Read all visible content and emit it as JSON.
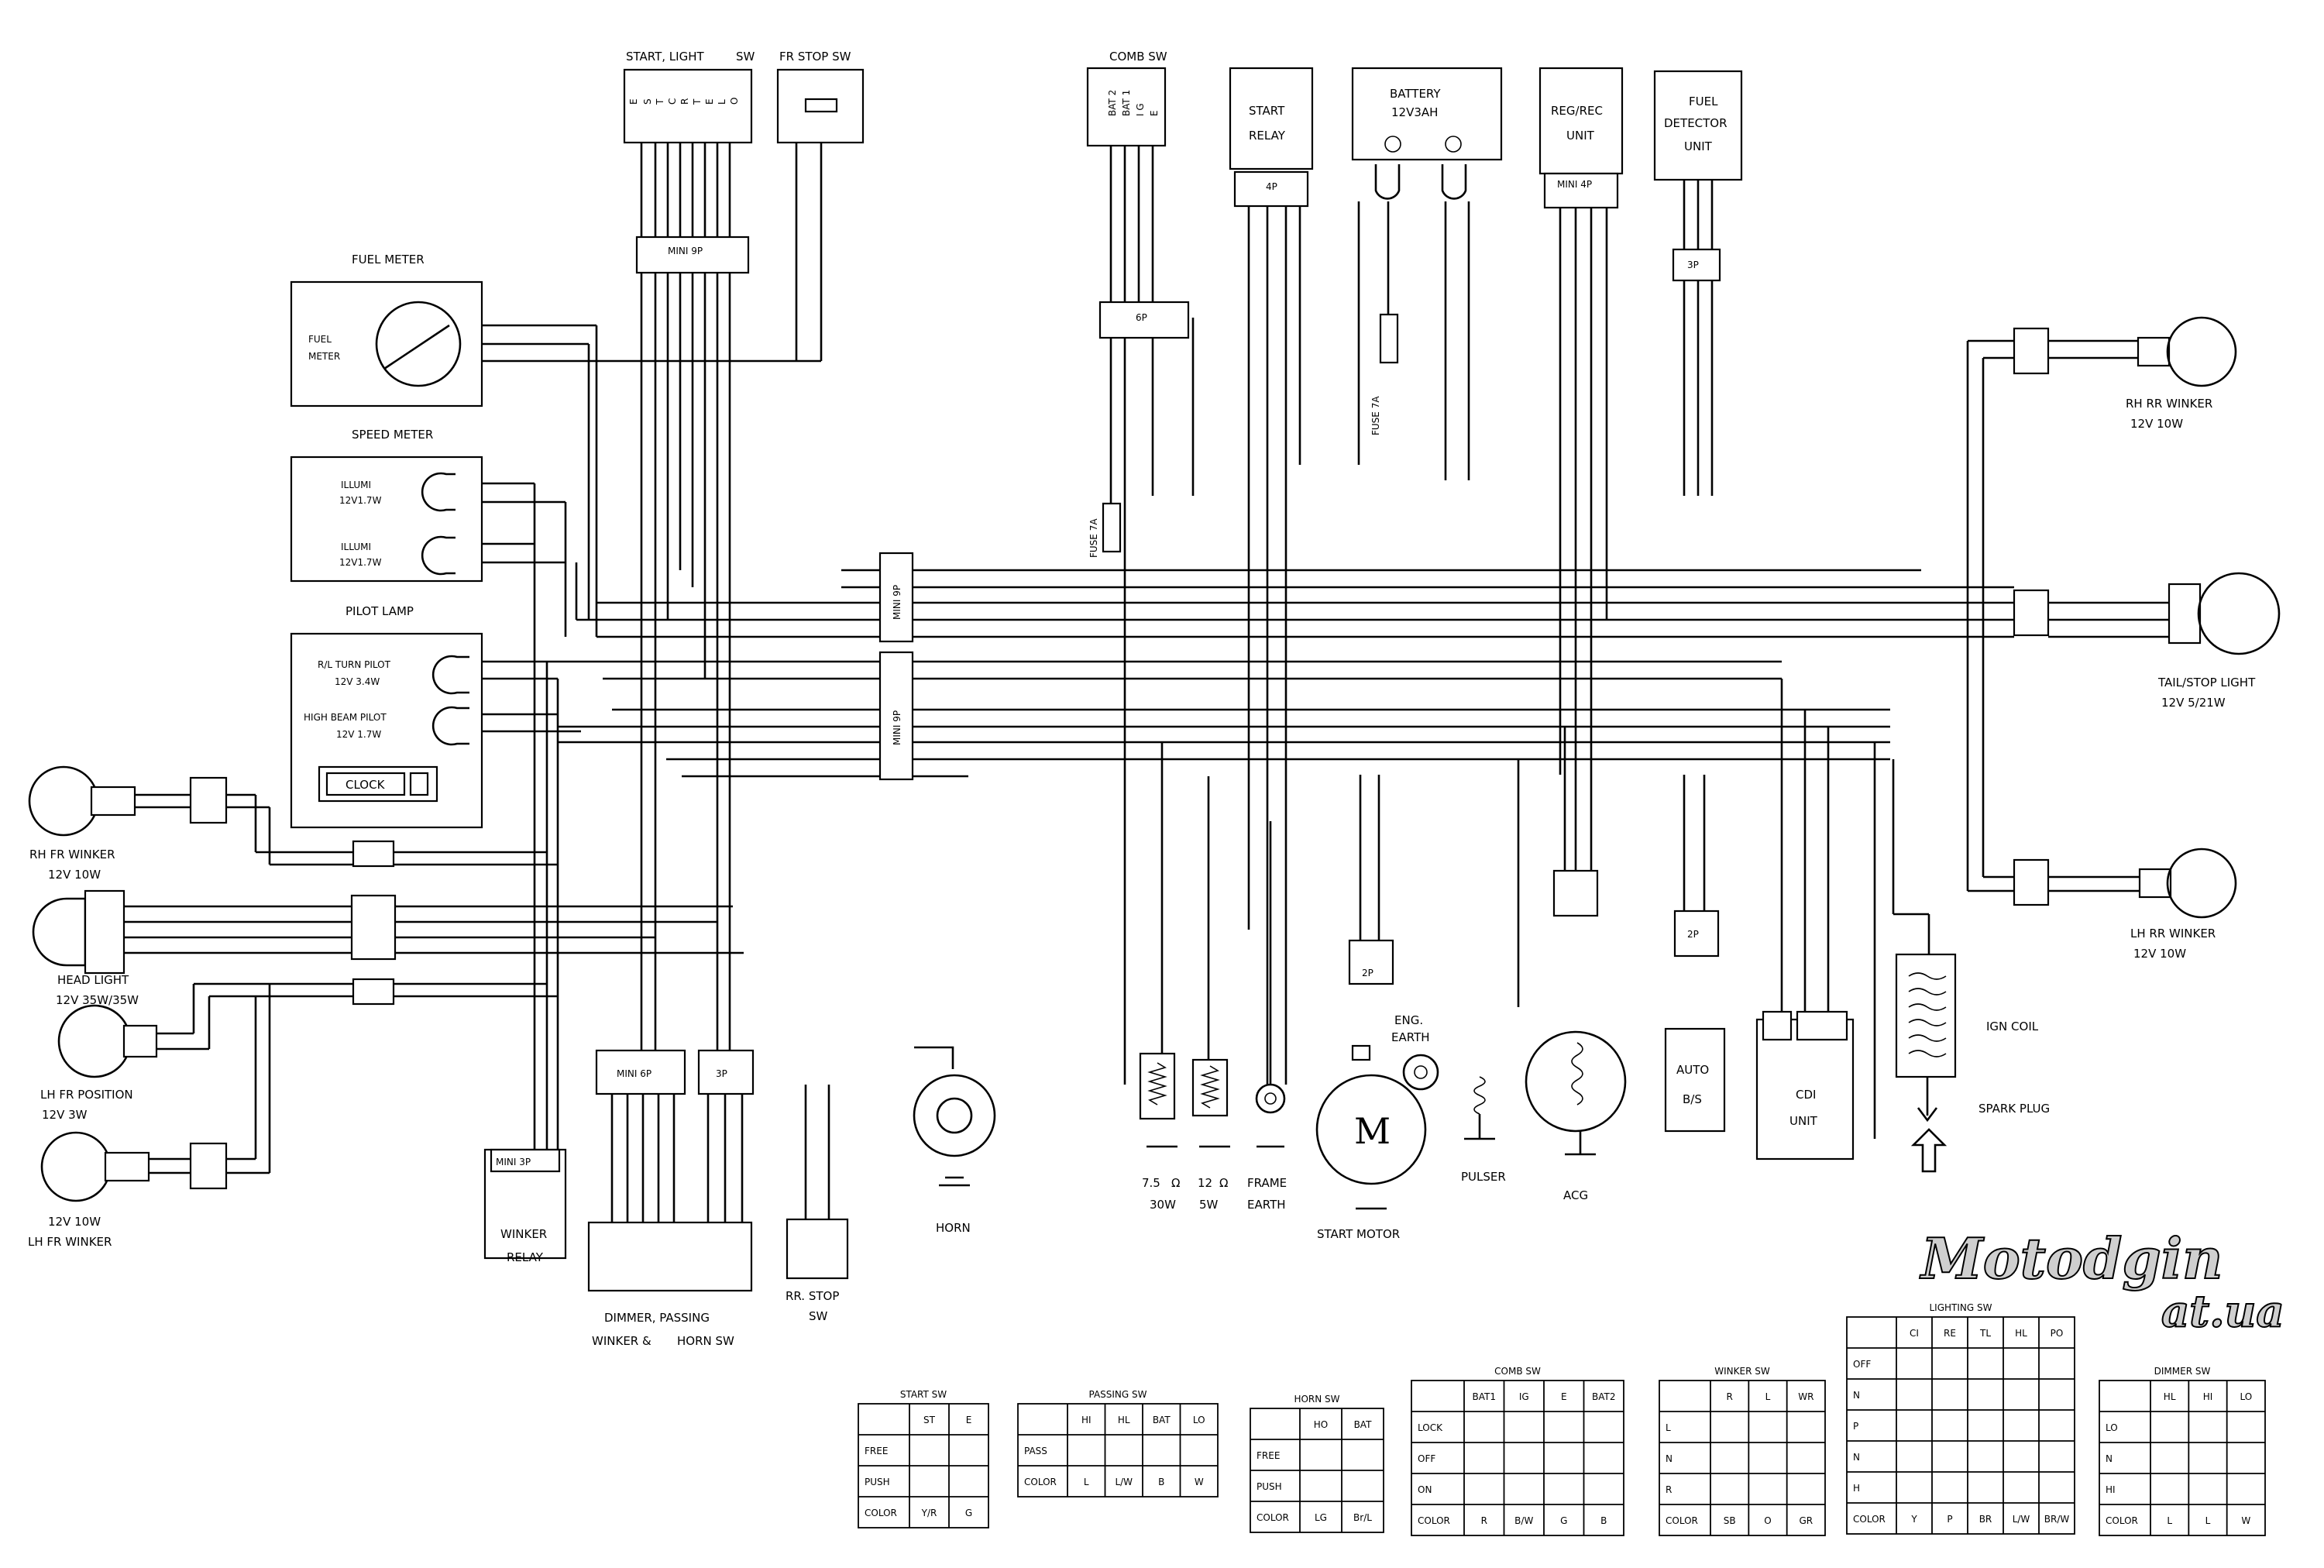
{
  "components": {
    "start_light_sw": "START, LIGHT",
    "sw": "SW",
    "fr_stop_sw": "FR STOP SW",
    "comb_sw": "COMB SW",
    "start_relay_1": "START",
    "start_relay_2": "RELAY",
    "battery": "BATTERY",
    "battery_spec": "12V3AH",
    "regrec_1": "REG/REC",
    "regrec_2": "UNIT",
    "fuel_det_1": "FUEL",
    "fuel_det_2": "DETECTOR",
    "fuel_det_3": "UNIT",
    "fuel_meter": "FUEL METER",
    "fuel_meter_inner_1": "FUEL",
    "fuel_meter_inner_2": "METER",
    "speed_meter": "SPEED METER",
    "illumi": "ILLUMI",
    "illumi_spec": "12V1.7W",
    "pilot_lamp": "PILOT LAMP",
    "turn_pilot": "R/L TURN PILOT",
    "turn_pilot_spec": "12V 3.4W",
    "high_beam_pilot": "HIGH BEAM PILOT",
    "high_beam_spec": "12V 1.7W",
    "clock": "CLOCK",
    "rh_fr_winker": "RH FR WINKER",
    "rh_fr_winker_spec": "12V 10W",
    "head_light": "HEAD LIGHT",
    "head_light_spec": "12V 35W/35W",
    "lh_fr_position": "LH FR POSITION",
    "lh_fr_position_spec": "12V 3W",
    "lh_fr_winker_spec": "12V 10W",
    "lh_fr_winker": "LH FR WINKER",
    "winker_relay_1": "WINKER",
    "winker_relay_2": "RELAY",
    "dimmer_1": "DIMMER, PASSING",
    "dimmer_2": "WINKER &",
    "dimmer_3": "HORN SW",
    "rr_stop_sw_1": "RR. STOP",
    "rr_stop_sw_2": "SW",
    "horn": "HORN",
    "fuse_7a": "FUSE 7A",
    "rh_rr_winker": "RH RR WINKER",
    "rh_rr_winker_spec": "12V 10W",
    "tail_stop_light": "TAIL/STOP LIGHT",
    "tail_stop_spec": "12V 5/21W",
    "lh_rr_winker": "LH RR WINKER",
    "lh_rr_winker_spec": "12V 10W",
    "ign_coil": "IGN COIL",
    "spark_plug": "SPARK PLUG",
    "pulser": "PULSER",
    "acg": "ACG",
    "start_motor": "START MOTOR",
    "motor_m": "M",
    "eng_earth_1": "ENG.",
    "eng_earth_2": "EARTH",
    "auto_bs_1": "AUTO",
    "auto_bs_2": "B/S",
    "cdi_1": "CDI",
    "cdi_2": "UNIT",
    "res_7_5": "7.5",
    "res_30w": "30W",
    "res_12": "12",
    "res_5w": "5W",
    "frame_earth_1": "FRAME",
    "frame_earth_2": "EARTH",
    "ohm": "Ω"
  },
  "connectors": {
    "mini_9p": "MINI 9P",
    "mini_6p": "MINI 6P",
    "mini_4p": "MINI 4P",
    "mini_3p": "MINI 3P",
    "p6": "6P",
    "p4": "4P",
    "p3": "3P",
    "p2": "2P"
  },
  "logo": {
    "line1": "Motodgin",
    "line2": "at.ua"
  },
  "tables": {
    "start_sw": {
      "title": "START SW",
      "cols": [
        "ST",
        "E"
      ],
      "rows": [
        "FREE",
        "PUSH",
        "COLOR"
      ],
      "colors": [
        "Y/R",
        "G"
      ]
    },
    "passing_sw": {
      "title": "PASSING SW",
      "cols": [
        "HI",
        "HL",
        "BAT",
        "LO"
      ],
      "rows": [
        "PASS",
        "COLOR"
      ],
      "colors": [
        "L",
        "L/W",
        "B",
        "W"
      ]
    },
    "horn_sw": {
      "title": "HORN SW",
      "cols": [
        "HO",
        "BAT"
      ],
      "rows": [
        "FREE",
        "PUSH",
        "COLOR"
      ],
      "colors": [
        "LG",
        "Br/L"
      ]
    },
    "comb_sw": {
      "title": "COMB SW",
      "cols": [
        "BAT1",
        "IG",
        "E",
        "BAT2"
      ],
      "rows": [
        "LOCK",
        "OFF",
        "ON",
        "COLOR"
      ],
      "colors": [
        "R",
        "B/W",
        "G",
        "B"
      ]
    },
    "winker_sw": {
      "title": "WINKER SW",
      "cols": [
        "R",
        "L",
        "WR"
      ],
      "rows": [
        "L",
        "N",
        "R",
        "COLOR"
      ],
      "colors": [
        "SB",
        "O",
        "GR"
      ]
    },
    "lighting_sw": {
      "title": "LIGHTING SW",
      "cols": [
        "CI",
        "RE",
        "TL",
        "HL",
        "PO"
      ],
      "rows": [
        "OFF",
        "N",
        "P",
        "N",
        "H",
        "COLOR"
      ],
      "colors": [
        "Y",
        "P",
        "BR",
        "L/W",
        "BR/W"
      ]
    },
    "dimmer_sw": {
      "title": "DIMMER SW",
      "cols": [
        "HL",
        "HI",
        "LO"
      ],
      "rows": [
        "LO",
        "N",
        "HI",
        "COLOR"
      ],
      "colors": [
        "L",
        "L",
        "W"
      ]
    }
  }
}
